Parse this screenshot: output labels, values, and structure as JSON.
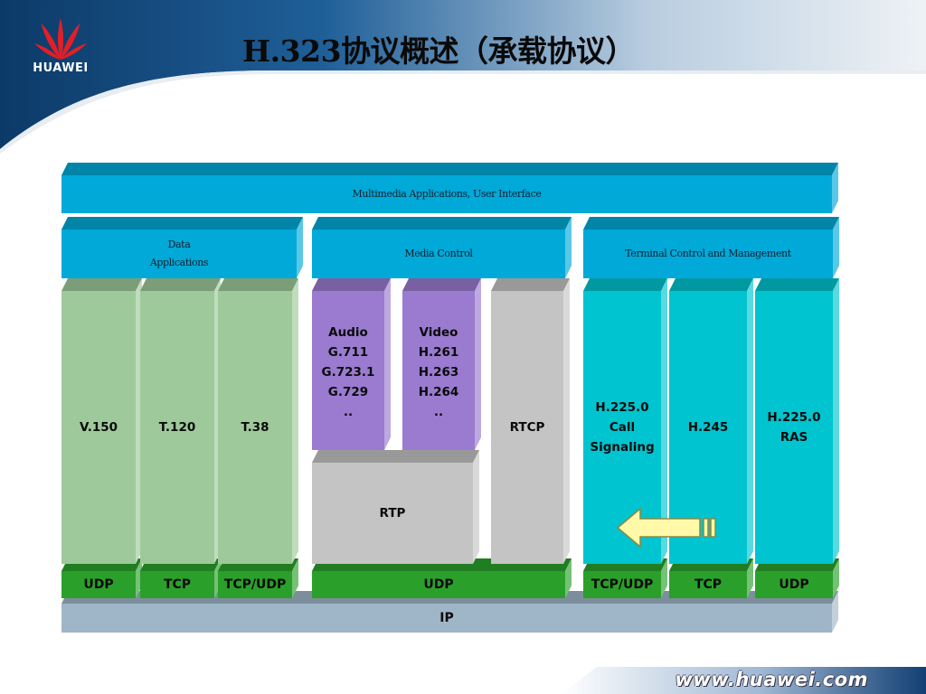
{
  "header": {
    "logo_text": "HUAWEI",
    "title": "H.323协议概述（承载协议）"
  },
  "footer": {
    "url": "www.huawei.com"
  },
  "colors": {
    "header_navy": "#0c3a68",
    "header_blue": "#2b6fa8",
    "logo_red": "#e41e26",
    "app_blue": "#00a9d8",
    "data_green": "#9ec99a",
    "media_purple": "#9a7bd0",
    "rtp_gray": "#c4c4c4",
    "control_cyan": "#00c4cf",
    "transport_green": "#2aa02a",
    "ip_gray": "#9fb6c8",
    "arrow_yellow": "#fff9a8"
  },
  "diagram": {
    "application_layer": "Multimedia Applications, User Interface",
    "groups": [
      {
        "id": "data",
        "label": "Data\nApplications"
      },
      {
        "id": "media",
        "label": "Media Control"
      },
      {
        "id": "control",
        "label": "Terminal Control and Management"
      }
    ],
    "stacks": [
      {
        "id": "v150",
        "label": "V.150",
        "transport": "UDP"
      },
      {
        "id": "t120",
        "label": "T.120",
        "transport": "TCP"
      },
      {
        "id": "t38",
        "label": "T.38",
        "transport": "TCP/UDP"
      },
      {
        "id": "audio",
        "label": "Audio\nG.711\nG.723.1\nG.729\n.."
      },
      {
        "id": "video",
        "label": "Video\nH.261\nH.263\nH.264\n.."
      },
      {
        "id": "rtp",
        "label": "RTP"
      },
      {
        "id": "rtcp",
        "label": "RTCP"
      },
      {
        "id": "h2250-call",
        "label": "H.225.0\nCall\nSignaling",
        "transport": "TCP/UDP"
      },
      {
        "id": "h245",
        "label": "H.245",
        "transport": "TCP"
      },
      {
        "id": "h2250-ras",
        "label": "H.225.0\nRAS",
        "transport": "UDP"
      }
    ],
    "media_transport": "UDP",
    "network_layer": "IP",
    "arrow_icon": "left-arrow-icon"
  }
}
